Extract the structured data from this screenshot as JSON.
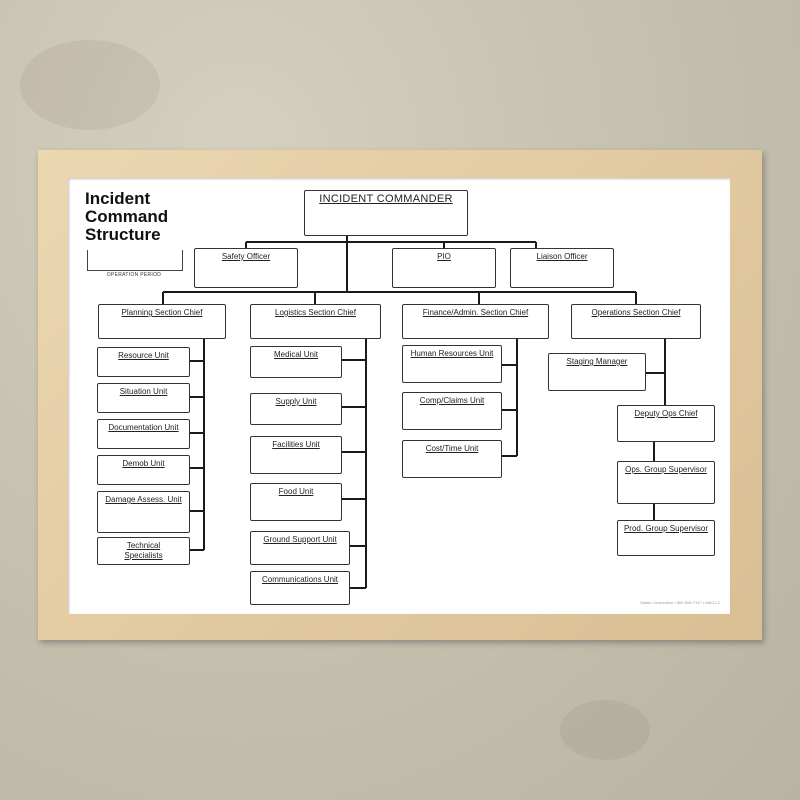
{
  "board": {
    "title": "Incident\nCommand\nStructure",
    "operation_period_label": "OPERATION PERIOD",
    "footer": "Sarkis Corporation  •  800-808-7147  •  MAGJ-2"
  },
  "command": {
    "commander": "INCIDENT COMMANDER",
    "staff": [
      "Safety Officer",
      "PIO",
      "Liaison Officer"
    ]
  },
  "sections": {
    "planning": {
      "chief": "Planning Section Chief",
      "units": [
        "Resource Unit",
        "Situation Unit",
        "Documentation Unit",
        "Demob Unit",
        "Damage Assess. Unit",
        "Technical\nSpecialists"
      ]
    },
    "logistics": {
      "chief": "Logistics Section Chief",
      "units": [
        "Medical Unit",
        "Supply Unit",
        "Facilities Unit",
        "Food Unit",
        "Ground Support Unit",
        "Communications Unit"
      ]
    },
    "finance": {
      "chief": "Finance/Admin. Section Chief",
      "units": [
        "Human Resources Unit",
        "Comp/Claims Unit",
        "Cost/Time Unit"
      ]
    },
    "operations": {
      "chief": "Operations Section Chief",
      "units": [
        "Staging Manager",
        "Deputy Ops Chief",
        "Ops. Group Supervisor",
        "Prod. Group Supervisor"
      ]
    }
  }
}
